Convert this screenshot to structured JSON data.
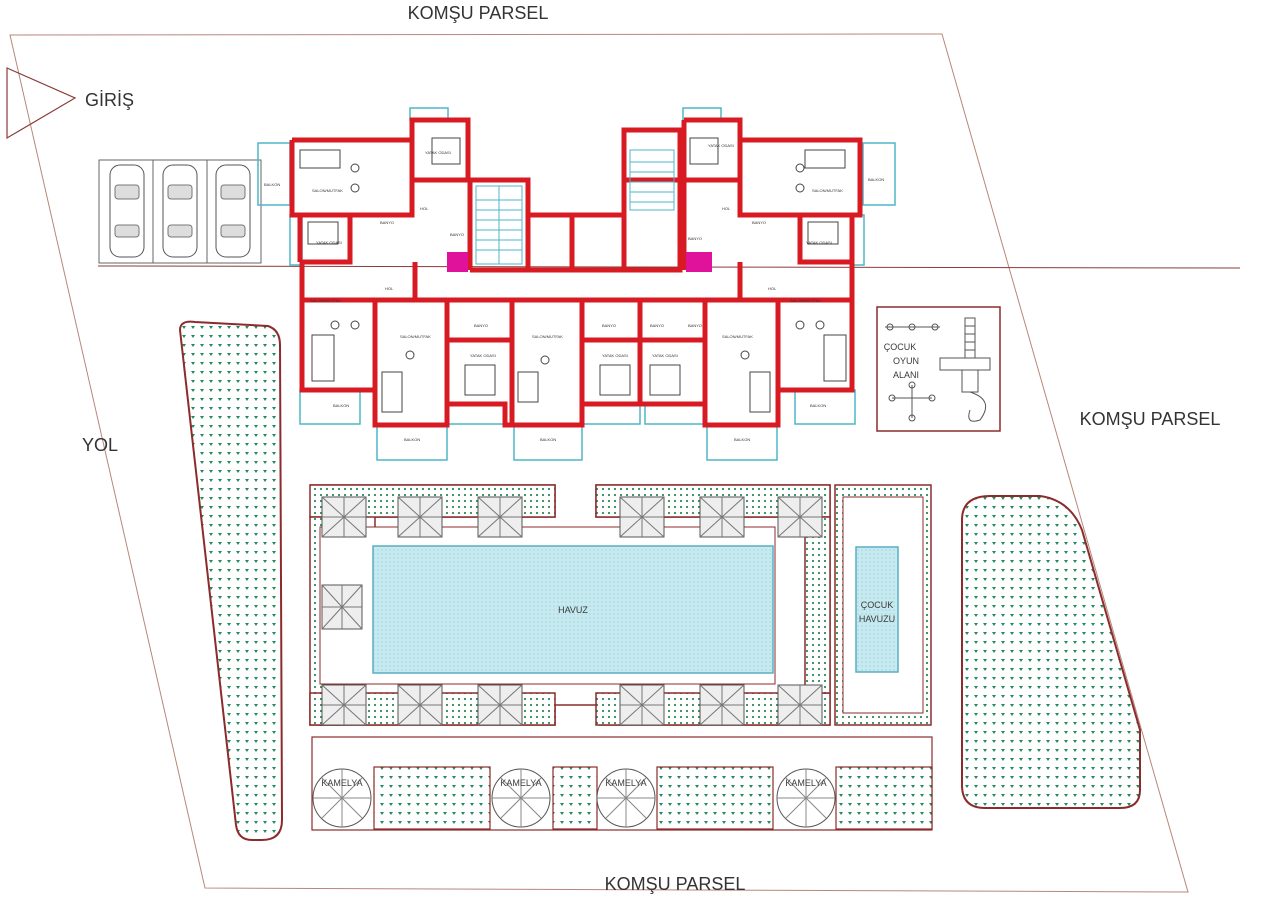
{
  "labels": {
    "komsu_top": "KOMŞU PARSEL",
    "komsu_right": "KOMŞU PARSEL",
    "komsu_bottom": "KOMŞU PARSEL",
    "giris": "GİRİŞ",
    "yol": "YOL",
    "havuz": "HAVUZ",
    "cocuk_havuzu_1": "ÇOCUK",
    "cocuk_havuzu_2": "HAVUZU",
    "oyun_1": "ÇOCUK",
    "oyun_2": "OYUN",
    "oyun_3": "ALANI"
  },
  "kamelya": [
    "KAMELYA",
    "KAMELYA",
    "KAMELYA",
    "KAMELYA"
  ],
  "rooms": {
    "salon": "SALON/MUTFAK",
    "yatak": "YATAK ODASI",
    "banyo": "BANYO",
    "balkon": "BALKON",
    "hol": "HOL"
  },
  "colors": {
    "wall": "#d81b23",
    "garden": "#1f8a5c",
    "pool": "#bfe6ec",
    "balcony": "#4fb6c9",
    "shaft": "#e0119a",
    "hatch": "#6e6e6e",
    "line": "#9b4a4a"
  }
}
